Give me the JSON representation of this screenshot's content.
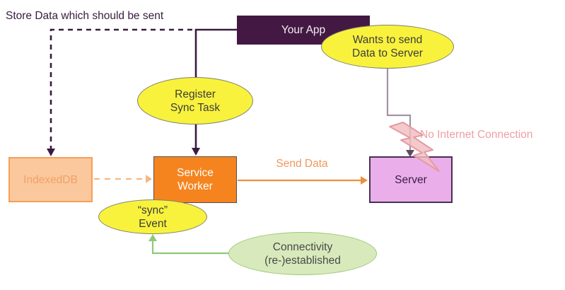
{
  "diagram": {
    "title_context": "Background Sync flow diagram",
    "nodes": {
      "your_app": {
        "lines": [
          "Your App"
        ]
      },
      "indexeddb": {
        "lines": [
          "IndexedDB"
        ]
      },
      "service_worker": {
        "lines": [
          "Service",
          "Worker"
        ]
      },
      "server": {
        "lines": [
          "Server"
        ]
      },
      "register_sync": {
        "lines": [
          "Register",
          "Sync Task"
        ]
      },
      "wants_to_send": {
        "lines": [
          "Wants to send",
          "Data to Server"
        ]
      },
      "sync_event": {
        "lines": [
          "“sync”",
          "Event"
        ]
      },
      "connectivity": {
        "lines": [
          "Connectivity",
          "(re-)established"
        ]
      }
    },
    "labels": {
      "store_note": "Store Data which should be sent",
      "send_data": "Send Data",
      "no_internet": "No Internet Connection"
    },
    "edges": [
      {
        "from": "your_app",
        "to": "indexeddb",
        "style": "dashed",
        "label": "Store Data which should be sent"
      },
      {
        "from": "your_app",
        "to": "service_worker",
        "style": "solid",
        "label": "Register Sync Task"
      },
      {
        "from": "wants_to_send",
        "to": "server",
        "style": "solid",
        "label": "No Internet Connection (blocked)"
      },
      {
        "from": "indexeddb",
        "to": "service_worker",
        "style": "dashed",
        "label": ""
      },
      {
        "from": "service_worker",
        "to": "server",
        "style": "solid",
        "label": "Send Data"
      },
      {
        "from": "connectivity",
        "to": "sync_event",
        "style": "solid",
        "label": ""
      }
    ],
    "colors": {
      "purple_dark": "#3a1b40",
      "purple_dark_bg": "#431944",
      "yellow_bg": "#f8f23d",
      "yellow_border": "#81816c",
      "service_worker_bg": "#f5841f",
      "indexeddb_bg": "#fbc89d",
      "indexeddb_border": "#f5a058",
      "indexeddb_text": "#f0a166",
      "server_bg": "#eaafeb",
      "server_border": "#473051",
      "arrow_orange": "#ee8f3d",
      "dashed_orange": "#f5b882",
      "send_data_text": "#f0975d",
      "pink_text": "#ec9fa6",
      "mauve_line": "#a393a3",
      "green_bg": "#d8eabb",
      "green_border": "#9cc97b",
      "green_arrow": "#8fc877",
      "bolt_fill": "#f2bdc1",
      "bolt_border": "#e49ba3"
    }
  }
}
